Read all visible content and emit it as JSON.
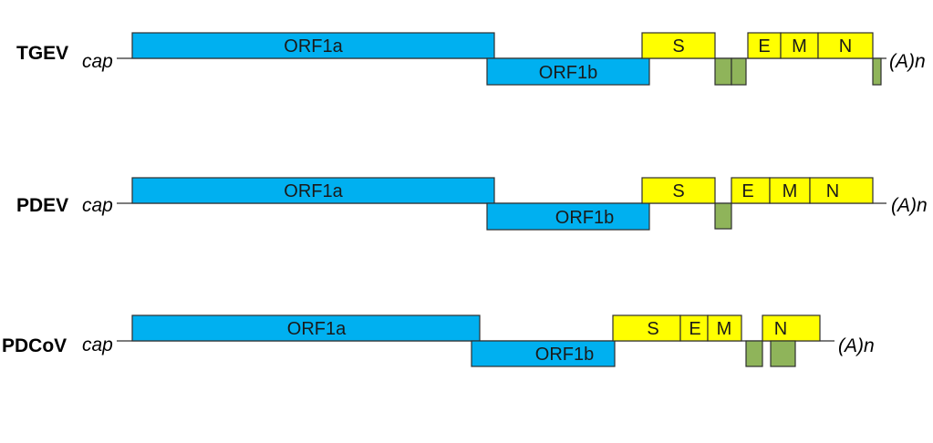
{
  "colors": {
    "orf": "#00b0f0",
    "structural": "#ffff00",
    "accessory": "#8fb45a",
    "line": "#2e2e2e"
  },
  "genomes": [
    {
      "name": "TGEV",
      "cap": "cap",
      "tail": "(A)n",
      "genes": [
        {
          "label": "ORF1a",
          "kind": "orf",
          "lane": "top"
        },
        {
          "label": "ORF1b",
          "kind": "orf",
          "lane": "bottom"
        },
        {
          "label": "S",
          "kind": "structural",
          "lane": "top"
        },
        {
          "label": "",
          "kind": "accessory",
          "lane": "bottom"
        },
        {
          "label": "",
          "kind": "accessory",
          "lane": "bottom"
        },
        {
          "label": "E",
          "kind": "structural",
          "lane": "top"
        },
        {
          "label": "M",
          "kind": "structural",
          "lane": "top"
        },
        {
          "label": "N",
          "kind": "structural",
          "lane": "top"
        },
        {
          "label": "",
          "kind": "accessory",
          "lane": "bottom"
        }
      ]
    },
    {
      "name": "PDEV",
      "cap": "cap",
      "tail": "(A)n",
      "genes": [
        {
          "label": "ORF1a",
          "kind": "orf",
          "lane": "top"
        },
        {
          "label": "ORF1b",
          "kind": "orf",
          "lane": "bottom"
        },
        {
          "label": "S",
          "kind": "structural",
          "lane": "top"
        },
        {
          "label": "",
          "kind": "accessory",
          "lane": "bottom"
        },
        {
          "label": "E",
          "kind": "structural",
          "lane": "top"
        },
        {
          "label": "M",
          "kind": "structural",
          "lane": "top"
        },
        {
          "label": "N",
          "kind": "structural",
          "lane": "top"
        }
      ]
    },
    {
      "name": "PDCoV",
      "cap": "cap",
      "tail": "(A)n",
      "genes": [
        {
          "label": "ORF1a",
          "kind": "orf",
          "lane": "top"
        },
        {
          "label": "ORF1b",
          "kind": "orf",
          "lane": "bottom"
        },
        {
          "label": "S",
          "kind": "structural",
          "lane": "top"
        },
        {
          "label": "E",
          "kind": "structural",
          "lane": "top"
        },
        {
          "label": "M",
          "kind": "structural",
          "lane": "top"
        },
        {
          "label": "",
          "kind": "accessory",
          "lane": "bottom"
        },
        {
          "label": "N",
          "kind": "structural",
          "lane": "top"
        },
        {
          "label": "",
          "kind": "accessory",
          "lane": "bottom"
        }
      ]
    }
  ]
}
